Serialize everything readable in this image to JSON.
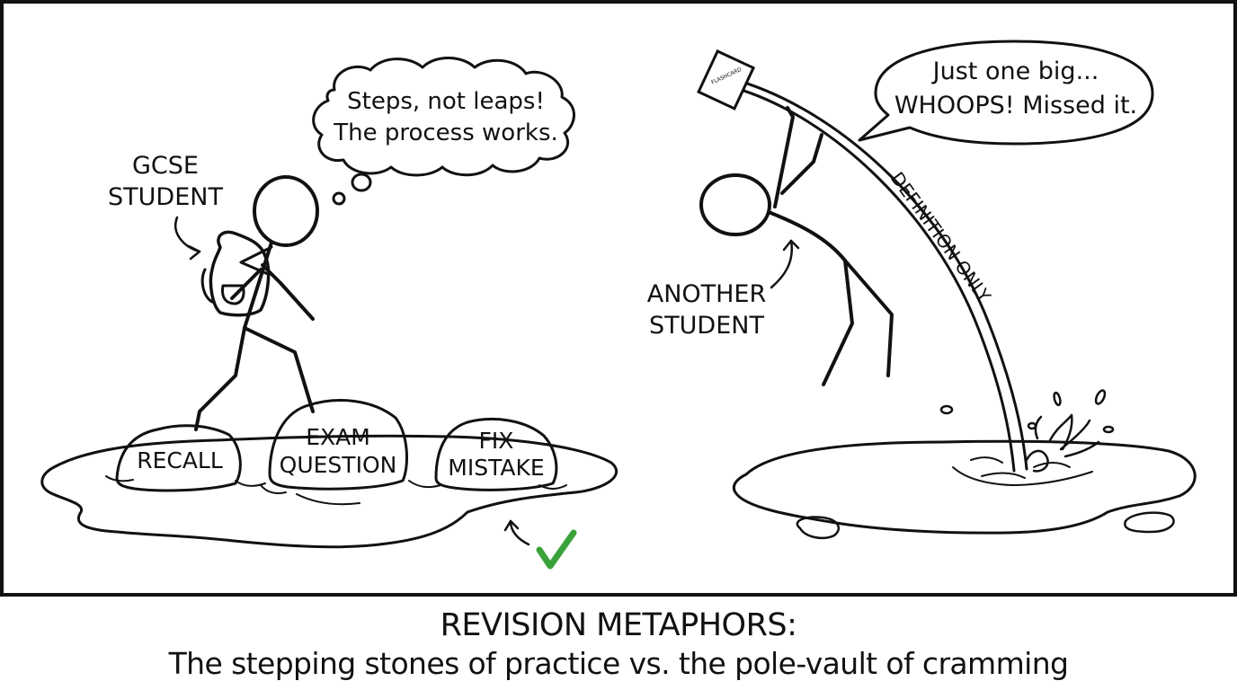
{
  "left_scene": {
    "student_label": [
      "GCSE",
      "STUDENT"
    ],
    "thought": [
      "Steps, not leaps!",
      "The process works."
    ],
    "stones": [
      {
        "lines": [
          "RECALL"
        ]
      },
      {
        "lines": [
          "EXAM",
          "QUESTION"
        ]
      },
      {
        "lines": [
          "FIX",
          "MISTAKE"
        ]
      }
    ],
    "check_color": "#3aa23a"
  },
  "right_scene": {
    "student_label": [
      "ANOTHER",
      "STUDENT"
    ],
    "speech": [
      "Just one big...",
      "WHOOPS! Missed it."
    ],
    "card_label": "FLASHCARD",
    "pole_label": "DEFINITION ONLY"
  },
  "caption": {
    "title": "REVISION METAPHORS:",
    "subtitle": "The stepping stones of practice vs. the pole-vault of cramming"
  }
}
